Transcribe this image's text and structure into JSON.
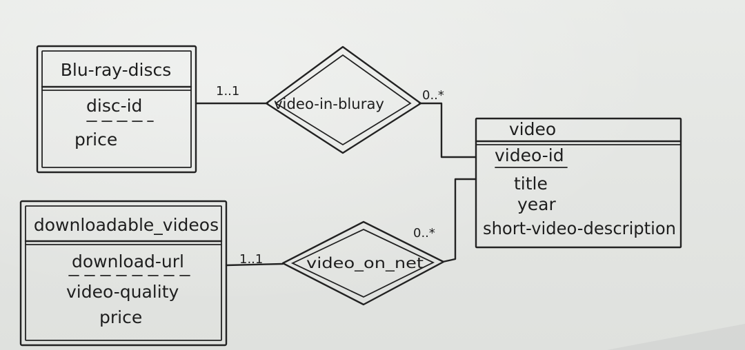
{
  "entities": [
    {
      "id": "blu-ray-discs",
      "name": "Blu-ray-discs",
      "attributes": [
        {
          "text": "disc-id",
          "key": "partial"
        },
        {
          "text": "price",
          "key": "none"
        }
      ]
    },
    {
      "id": "downloadable-videos",
      "name": "downloadable_videos",
      "attributes": [
        {
          "text": "download-url",
          "key": "partial"
        },
        {
          "text": "video-quality",
          "key": "none"
        },
        {
          "text": "price",
          "key": "none"
        }
      ]
    },
    {
      "id": "video",
      "name": "video",
      "attributes": [
        {
          "text": "video-id",
          "key": "primary"
        },
        {
          "text": "title",
          "key": "none"
        },
        {
          "text": "year",
          "key": "none"
        },
        {
          "text": "short-video-description",
          "key": "none"
        }
      ]
    }
  ],
  "relationships": [
    {
      "id": "video-in-bluray",
      "name": "video-in-bluray",
      "left_cardinality": "1..1",
      "right_cardinality": "0..*"
    },
    {
      "id": "video-on-net",
      "name": "video_on_net",
      "left_cardinality": "1..1",
      "right_cardinality": "0..*"
    }
  ]
}
